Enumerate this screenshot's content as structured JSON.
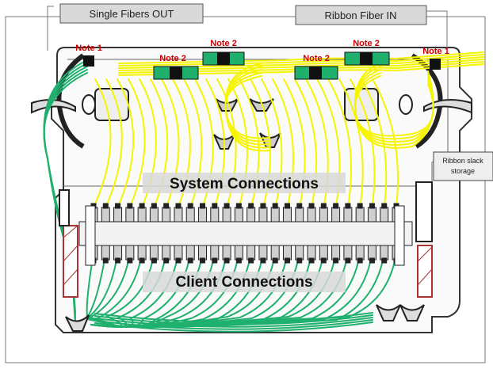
{
  "labels": {
    "single_fibers_out": "Single Fibers OUT",
    "ribbon_fiber_in": "Ribbon Fiber IN",
    "ribbon_slack_storage_line1": "Ribbon slack",
    "ribbon_slack_storage_line2": "storage",
    "system_connections": "System Connections",
    "client_connections": "Client Connections"
  },
  "notes": {
    "note1_left": "Note 1",
    "note2_a": "Note 2",
    "note2_b": "Note 2",
    "note2_c": "Note 2",
    "note2_d": "Note 2",
    "note1_right": "Note 1"
  },
  "colors": {
    "system_fiber": "#f5f500",
    "client_fiber": "#1fb06e",
    "note_text": "#cc0000",
    "label_bg": "#d8d8d8",
    "outline": "#222222"
  }
}
